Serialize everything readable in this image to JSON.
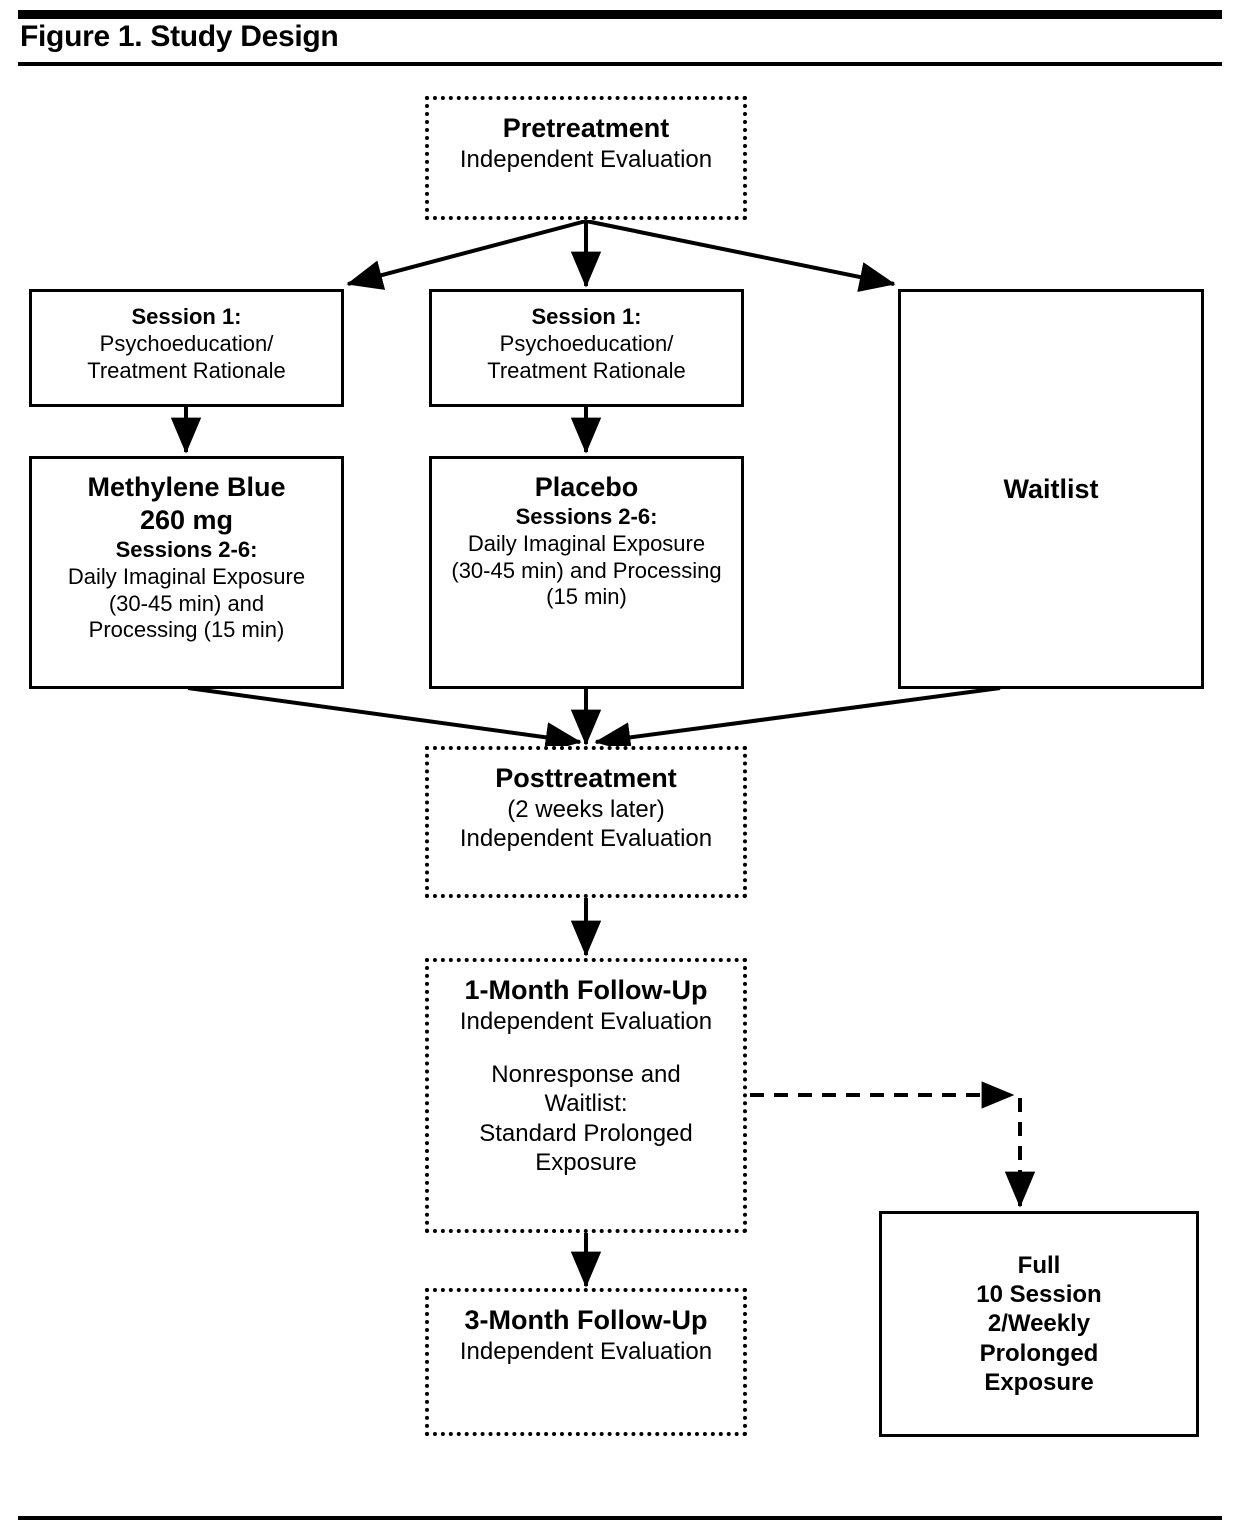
{
  "figure": {
    "title": "Figure 1. Study Design"
  },
  "nodes": {
    "pretreatment": {
      "heading": "Pretreatment",
      "line1": "Independent Evaluation"
    },
    "session1_left": {
      "heading": "Session 1:",
      "line1": "Psychoeducation/",
      "line2": "Treatment Rationale"
    },
    "session1_mid": {
      "heading": "Session 1:",
      "line1": "Psychoeducation/",
      "line2": "Treatment Rationale"
    },
    "methylene_blue": {
      "title1": "Methylene Blue",
      "title2": "260 mg",
      "subhead": "Sessions 2-6:",
      "line1": "Daily Imaginal Exposure",
      "line2": "(30-45 min) and",
      "line3": "Processing (15 min)"
    },
    "placebo": {
      "title1": "Placebo",
      "subhead": "Sessions 2-6:",
      "line1": "Daily Imaginal Exposure",
      "line2": "(30-45 min) and Processing",
      "line3": "(15 min)"
    },
    "waitlist": {
      "title1": "Waitlist"
    },
    "posttreatment": {
      "heading": "Posttreatment",
      "line1": "(2 weeks later)",
      "line2": "Independent Evaluation"
    },
    "followup_1month": {
      "heading": "1-Month Follow-Up",
      "line1": "Independent Evaluation",
      "line2": "Nonresponse and",
      "line3": "Waitlist:",
      "line4": "Standard Prolonged",
      "line5": "Exposure"
    },
    "followup_3month": {
      "heading": "3-Month Follow-Up",
      "line1": "Independent Evaluation"
    },
    "full_pe": {
      "line1": "Full",
      "line2": "10 Session",
      "line3": "2/Weekly",
      "line4": "Prolonged",
      "line5": "Exposure"
    }
  },
  "colors": {
    "ink": "#000000",
    "paper": "#ffffff"
  }
}
